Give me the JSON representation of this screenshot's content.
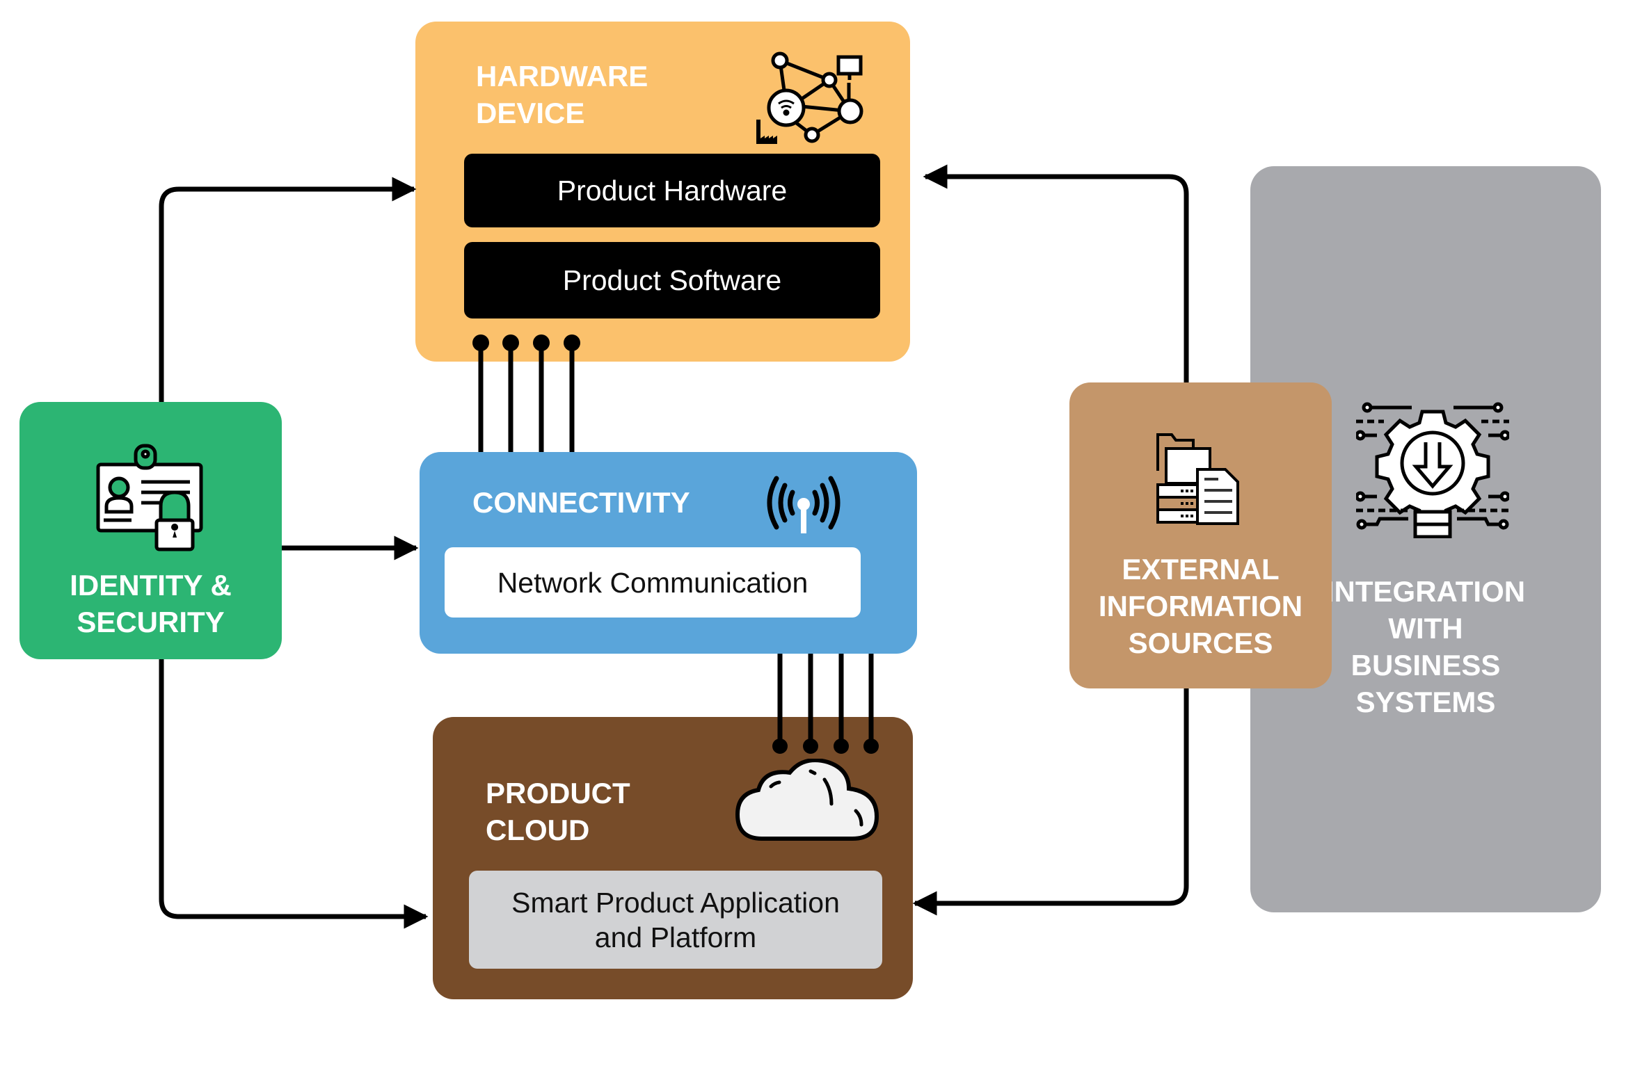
{
  "diagram": {
    "hardware_device": {
      "title": "HARDWARE\nDEVICE",
      "icon": "iot-network-icon",
      "items": [
        "Product Hardware",
        "Product Software"
      ],
      "color": "#fbc16c"
    },
    "connectivity": {
      "title": "CONNECTIVITY",
      "icon": "antenna-signal-icon",
      "items": [
        "Network Communication"
      ],
      "color": "#5aa5da"
    },
    "product_cloud": {
      "title": "PRODUCT\nCLOUD",
      "icon": "cloud-icon",
      "items": [
        "Smart Product Application\nand Platform"
      ],
      "color": "#774c29"
    },
    "identity_security": {
      "title": "IDENTITY &\nSECURITY",
      "icon": "id-card-lock-icon",
      "color": "#2cb573"
    },
    "external_information": {
      "title": "EXTERNAL\nINFORMATION\nSOURCES",
      "icon": "files-database-icon",
      "color": "#c4966a"
    },
    "integration": {
      "title": "INTEGRATION\nWITH\nBUSINESS\nSYSTEMS",
      "icon": "gear-download-circuit-icon",
      "color": "#a8a9ad"
    },
    "connections": [
      {
        "from": "IDENTITY & SECURITY",
        "to": "HARDWARE DEVICE",
        "type": "arrow"
      },
      {
        "from": "IDENTITY & SECURITY",
        "to": "CONNECTIVITY",
        "type": "arrow"
      },
      {
        "from": "IDENTITY & SECURITY",
        "to": "PRODUCT CLOUD",
        "type": "arrow"
      },
      {
        "from": "EXTERNAL INFORMATION SOURCES",
        "to": "HARDWARE DEVICE",
        "type": "arrow"
      },
      {
        "from": "EXTERNAL INFORMATION SOURCES",
        "to": "PRODUCT CLOUD",
        "type": "arrow"
      },
      {
        "from": "HARDWARE DEVICE",
        "to": "CONNECTIVITY",
        "type": "pin-connector",
        "pins": 4
      },
      {
        "from": "CONNECTIVITY",
        "to": "PRODUCT CLOUD",
        "type": "pin-connector",
        "pins": 4
      }
    ]
  }
}
